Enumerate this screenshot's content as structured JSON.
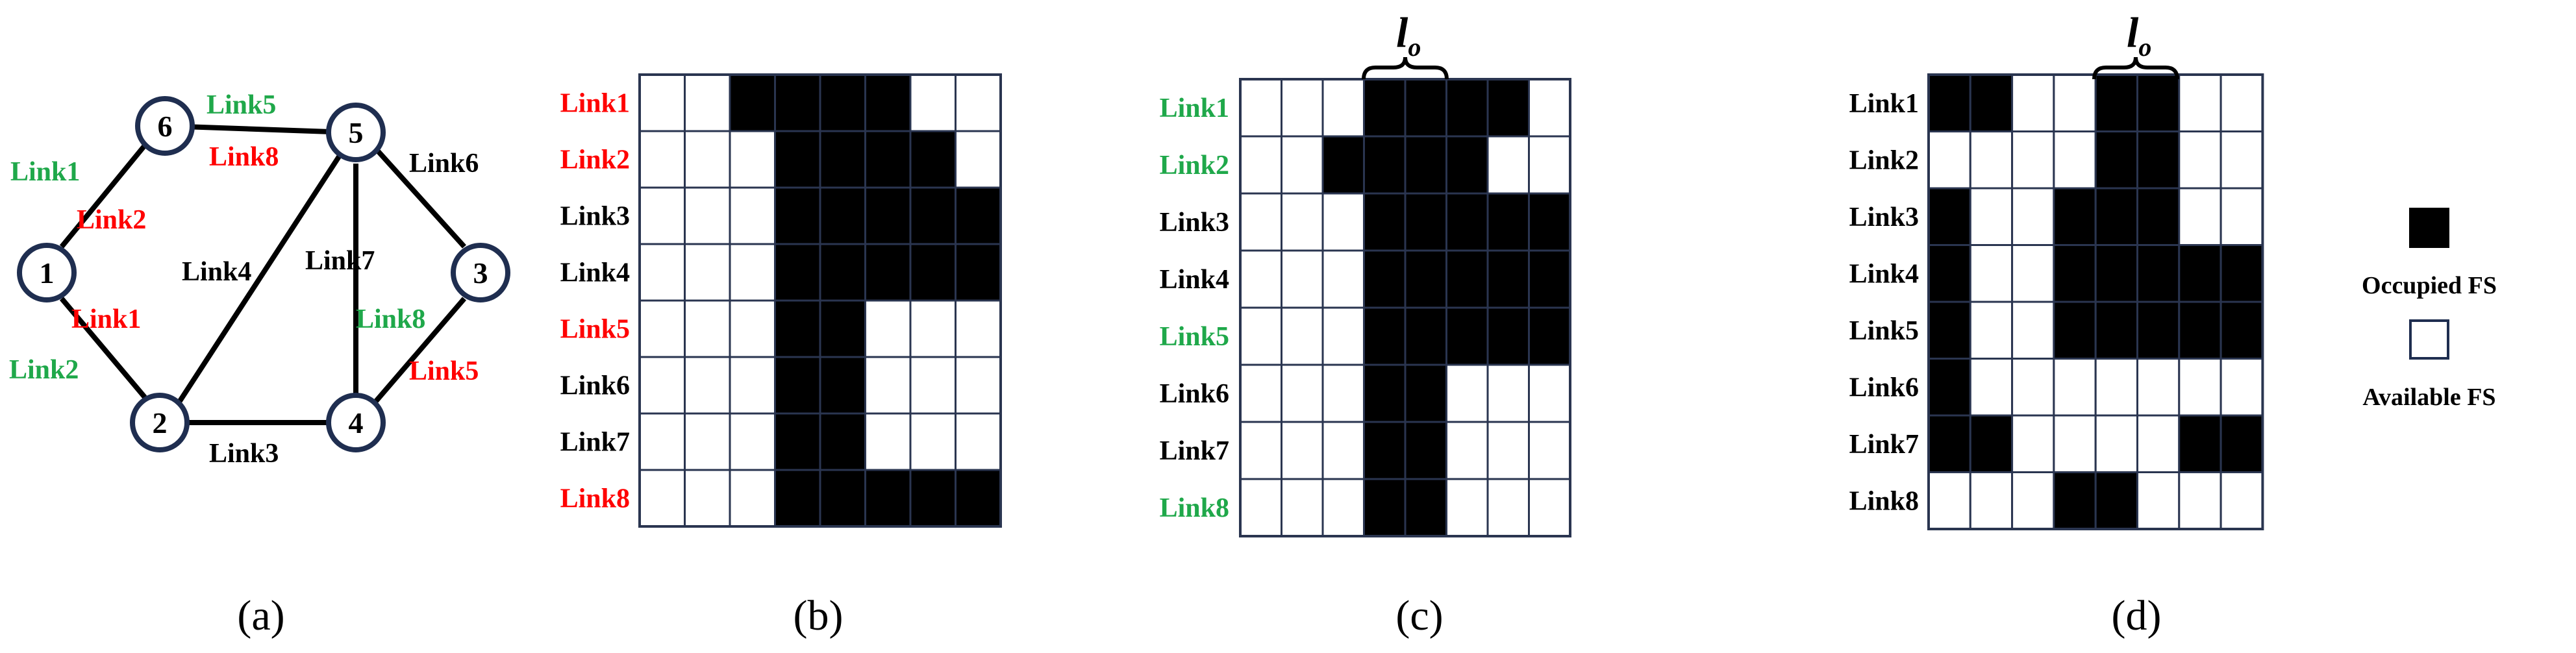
{
  "colors": {
    "red": "#ff0000",
    "green": "#1fa84a",
    "black": "#000000",
    "node_stroke": "#1f2e50",
    "grid_line": "#2a3550",
    "occupied": "#000000",
    "available": "#ffffff"
  },
  "panel_a": {
    "caption": "(a)",
    "nodes": [
      "1",
      "2",
      "3",
      "4",
      "5",
      "6"
    ],
    "link_labels": [
      {
        "text": "Link5",
        "color": "green"
      },
      {
        "text": "Link8",
        "color": "red"
      },
      {
        "text": "Link1",
        "color": "green"
      },
      {
        "text": "Link2",
        "color": "red"
      },
      {
        "text": "Link6",
        "color": "black"
      },
      {
        "text": "Link4",
        "color": "black"
      },
      {
        "text": "Link7",
        "color": "black"
      },
      {
        "text": "Link1",
        "color": "red"
      },
      {
        "text": "Link2",
        "color": "green"
      },
      {
        "text": "Link8",
        "color": "green"
      },
      {
        "text": "Link5",
        "color": "red"
      },
      {
        "text": "Link3",
        "color": "black"
      }
    ]
  },
  "panel_b": {
    "caption": "(b)",
    "rows": [
      {
        "label": "Link1",
        "color": "red",
        "occupied": [
          0,
          0,
          1,
          1,
          1,
          1,
          0,
          0
        ]
      },
      {
        "label": "Link2",
        "color": "red",
        "occupied": [
          0,
          0,
          0,
          1,
          1,
          1,
          1,
          0
        ]
      },
      {
        "label": "Link3",
        "color": "black",
        "occupied": [
          0,
          0,
          0,
          1,
          1,
          1,
          1,
          1
        ]
      },
      {
        "label": "Link4",
        "color": "black",
        "occupied": [
          0,
          0,
          0,
          1,
          1,
          1,
          1,
          1
        ]
      },
      {
        "label": "Link5",
        "color": "red",
        "occupied": [
          0,
          0,
          0,
          1,
          1,
          0,
          0,
          0
        ]
      },
      {
        "label": "Link6",
        "color": "black",
        "occupied": [
          0,
          0,
          0,
          1,
          1,
          0,
          0,
          0
        ]
      },
      {
        "label": "Link7",
        "color": "black",
        "occupied": [
          0,
          0,
          0,
          1,
          1,
          0,
          0,
          0
        ]
      },
      {
        "label": "Link8",
        "color": "red",
        "occupied": [
          0,
          0,
          0,
          1,
          1,
          1,
          1,
          1
        ]
      }
    ]
  },
  "panel_c": {
    "caption": "(c)",
    "lo_label": "l",
    "lo_sub": "o",
    "rows": [
      {
        "label": "Link1",
        "color": "green",
        "occupied": [
          0,
          0,
          0,
          1,
          1,
          1,
          1,
          0
        ]
      },
      {
        "label": "Link2",
        "color": "green",
        "occupied": [
          0,
          0,
          1,
          1,
          1,
          1,
          0,
          0
        ]
      },
      {
        "label": "Link3",
        "color": "black",
        "occupied": [
          0,
          0,
          0,
          1,
          1,
          1,
          1,
          1
        ]
      },
      {
        "label": "Link4",
        "color": "black",
        "occupied": [
          0,
          0,
          0,
          1,
          1,
          1,
          1,
          1
        ]
      },
      {
        "label": "Link5",
        "color": "green",
        "occupied": [
          0,
          0,
          0,
          1,
          1,
          1,
          1,
          1
        ]
      },
      {
        "label": "Link6",
        "color": "black",
        "occupied": [
          0,
          0,
          0,
          1,
          1,
          0,
          0,
          0
        ]
      },
      {
        "label": "Link7",
        "color": "black",
        "occupied": [
          0,
          0,
          0,
          1,
          1,
          0,
          0,
          0
        ]
      },
      {
        "label": "Link8",
        "color": "green",
        "occupied": [
          0,
          0,
          0,
          1,
          1,
          0,
          0,
          0
        ]
      }
    ]
  },
  "panel_d": {
    "caption": "(d)",
    "lo_label": "l",
    "lo_sub": "o",
    "rows": [
      {
        "label": "Link1",
        "color": "black",
        "occupied": [
          1,
          1,
          0,
          0,
          1,
          1,
          0,
          0
        ]
      },
      {
        "label": "Link2",
        "color": "black",
        "occupied": [
          0,
          0,
          0,
          0,
          1,
          1,
          0,
          0
        ]
      },
      {
        "label": "Link3",
        "color": "black",
        "occupied": [
          1,
          0,
          0,
          1,
          1,
          1,
          0,
          0
        ]
      },
      {
        "label": "Link4",
        "color": "black",
        "occupied": [
          1,
          0,
          0,
          1,
          1,
          1,
          1,
          1
        ]
      },
      {
        "label": "Link5",
        "color": "black",
        "occupied": [
          1,
          0,
          0,
          1,
          1,
          1,
          1,
          1
        ]
      },
      {
        "label": "Link6",
        "color": "black",
        "occupied": [
          1,
          0,
          0,
          0,
          0,
          0,
          0,
          0
        ]
      },
      {
        "label": "Link7",
        "color": "black",
        "occupied": [
          1,
          1,
          0,
          0,
          0,
          0,
          1,
          1
        ]
      },
      {
        "label": "Link8",
        "color": "black",
        "occupied": [
          0,
          0,
          0,
          1,
          1,
          0,
          0,
          0
        ]
      }
    ]
  },
  "legend": {
    "occupied_label": "Occupied FS",
    "available_label": "Available FS"
  }
}
